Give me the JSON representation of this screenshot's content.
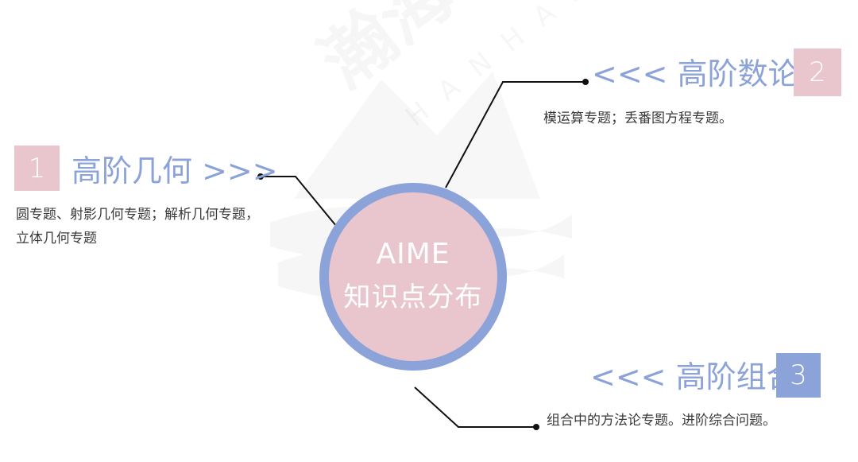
{
  "center": {
    "line1": "AIME",
    "line2": "知识点分布"
  },
  "topics": [
    {
      "number": "1",
      "title": "高阶几何 >>>",
      "description_line1": "圆专题、射影几何专题；解析几何专题，",
      "description_line2": "立体几何专题"
    },
    {
      "number": "2",
      "title": "<<< 高阶数论",
      "description": "模运算专题；丢番图方程专题。"
    },
    {
      "number": "3",
      "title": "<<< 高阶组合",
      "description": "组合中的方法论专题。进阶综合问题。"
    }
  ],
  "watermark": {
    "text_cn": "瀚海",
    "text_en": "HANHAI"
  },
  "colors": {
    "pink": "#e9c6ce",
    "blue": "#8ca3d9",
    "text": "#3a3a3a"
  }
}
